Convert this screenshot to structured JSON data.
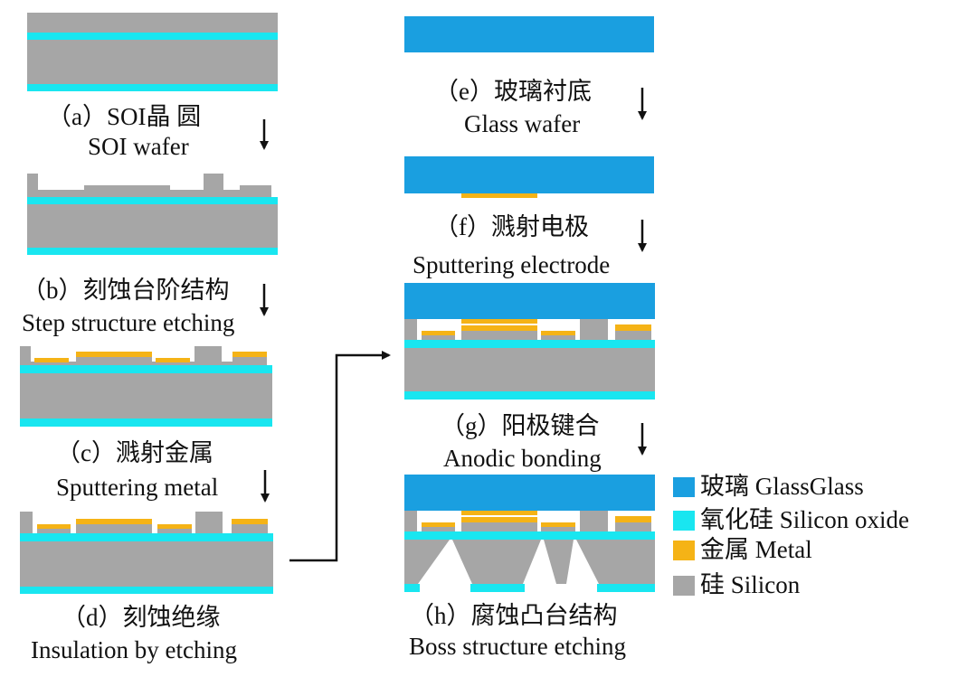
{
  "colors": {
    "glass": "#1a9fe0",
    "oxide": "#19e6f0",
    "metal": "#f5b316",
    "silicon": "#a6a6a6",
    "arrow": "#111111"
  },
  "steps": {
    "a": {
      "cn": "（a）SOI晶 圆",
      "en": "SOI wafer"
    },
    "b": {
      "cn": "（b）刻蚀台阶结构",
      "en": "Step structure etching"
    },
    "c": {
      "cn": "（c）溅射金属",
      "en": "Sputtering metal"
    },
    "d": {
      "cn": "（d）刻蚀绝缘",
      "en": "Insulation by etching"
    },
    "e": {
      "cn": "（e）玻璃衬底",
      "en": "Glass wafer"
    },
    "f": {
      "cn": "（f）溅射电极",
      "en": "Sputtering electrode"
    },
    "g": {
      "cn": "（g）阳极键合",
      "en": "Anodic bonding"
    },
    "h": {
      "cn": "（h）腐蚀凸台结构",
      "en": "Boss structure etching"
    }
  },
  "legend": {
    "glass": "玻璃 GlassGlass",
    "oxide": "氧化硅  Silicon oxide",
    "metal": "金属 Metal",
    "silicon": "硅 Silicon"
  }
}
